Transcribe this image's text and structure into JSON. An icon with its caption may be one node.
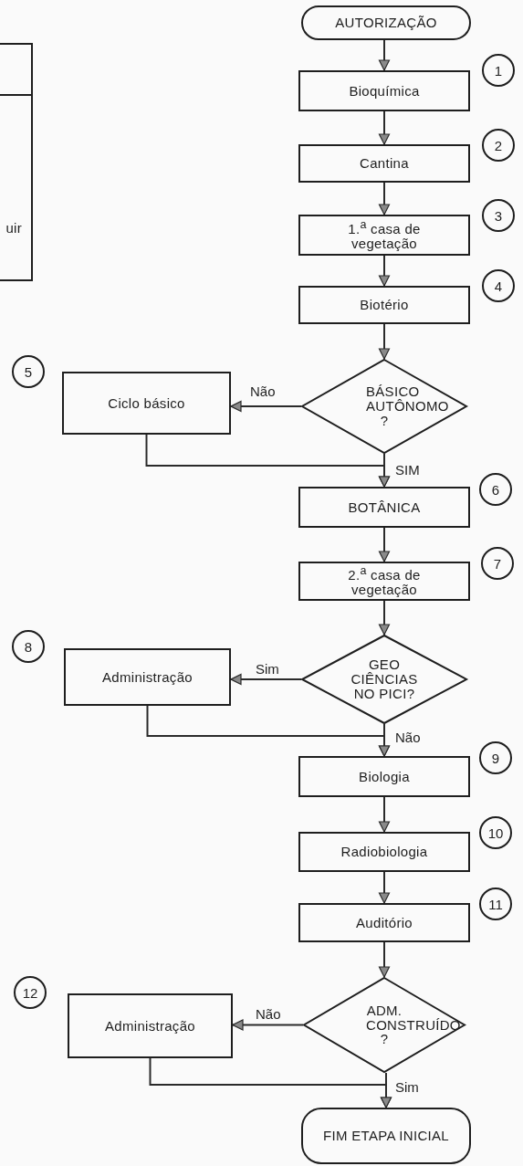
{
  "diagram": {
    "nodes": [
      {
        "text": [
          "uir"
        ]
      },
      {
        "text": [
          "AUTORIZAÇÃO"
        ]
      },
      {
        "text": [
          "Bioquímica"
        ],
        "beside": [
          "1"
        ]
      },
      {
        "text": [
          "Cantina"
        ],
        "beside": [
          "2"
        ]
      },
      {
        "text": [
          "1.$^{a}$ casa de vegetação"
        ],
        "beside": [
          "3"
        ]
      },
      {
        "text": [
          "Biotério"
        ],
        "beside": [
          "4"
        ]
      },
      {
        "text": [
          "BÁSICO AUTÔNOMO ?"
        ]
      },
      {
        "text": [
          "Ciclo básico"
        ],
        "beside": [
          "5"
        ]
      },
      {
        "text": [
          "BOTÂNICA"
        ],
        "beside": [
          "6"
        ]
      },
      {
        "text": [
          "2.$^{a}$ casa de vegetação"
        ],
        "beside": [
          "7"
        ]
      },
      {
        "text": [
          "GEO CIÊNCIAS NO PICI?"
        ]
      },
      {
        "text": [
          "Administração"
        ],
        "beside": [
          "8"
        ]
      },
      {
        "text": [
          "Biologia"
        ],
        "beside": [
          "9"
        ]
      },
      {
        "text": [
          "Radiobiologia"
        ],
        "beside": [
          "10"
        ]
      },
      {
        "text": [
          "Auditório"
        ],
        "beside": [
          "11"
        ]
      },
      {
        "text": [
          "ADM. CONSTRUÍDO ?"
        ]
      },
      {
        "text": [
          "Administração"
        ],
        "beside": [
          "12"
        ]
      },
      {
        "text": [
          "FIM ETAPA INICIAL"
        ]
      }
    ],
    "edges": [
      {
        "from": 1,
        "to": 2,
        "arrow": "to"
      },
      {
        "from": 2,
        "to": 3,
        "arrow": "to"
      },
      {
        "from": 3,
        "to": 4,
        "arrow": "to"
      },
      {
        "from": 4,
        "to": 5,
        "arrow": "to"
      },
      {
        "from": 5,
        "to": 6,
        "arrow": "to"
      },
      {
        "from": 6,
        "to": 7,
        "arrow": "to",
        "label": "Não"
      },
      {
        "from": 6,
        "to": 8,
        "arrow": "to",
        "label": "SIM"
      },
      {
        "from": 7,
        "to": 8,
        "arrow": "to"
      },
      {
        "from": 8,
        "to": 9,
        "arrow": "to"
      },
      {
        "from": 9,
        "to": 10,
        "arrow": "to"
      },
      {
        "from": 10,
        "to": 11,
        "arrow": "to",
        "label": "Sim"
      },
      {
        "from": 10,
        "to": 12,
        "arrow": "to",
        "label": "Não"
      },
      {
        "from": 11,
        "to": 12,
        "arrow": "to"
      },
      {
        "from": 12,
        "to": 13,
        "arrow": "to"
      },
      {
        "from": 13,
        "to": 14,
        "arrow": "to"
      },
      {
        "from": 14,
        "to": 15,
        "arrow": "to"
      },
      {
        "from": 15,
        "to": 16,
        "arrow": "to",
        "label": "Não"
      },
      {
        "from": 15,
        "to": 17,
        "arrow": "to",
        "label": "Sim"
      },
      {
        "from": 16,
        "to": 17,
        "arrow": "to"
      }
    ]
  }
}
